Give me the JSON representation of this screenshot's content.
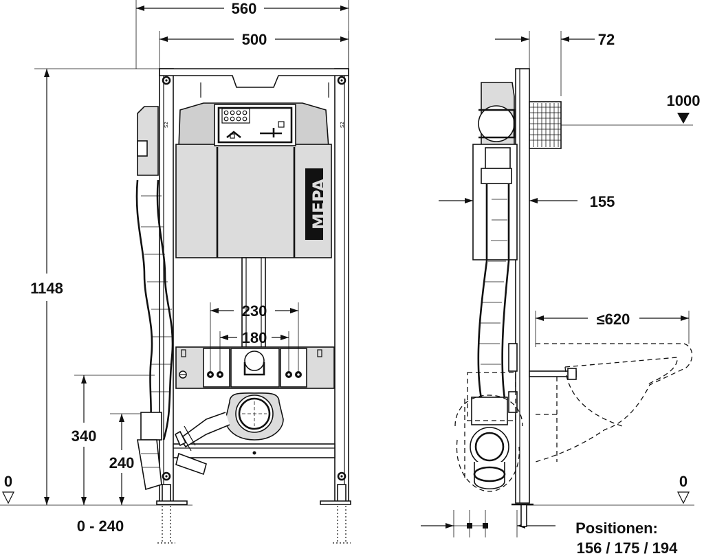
{
  "diagram": {
    "front_view": {
      "dim_overall_width": "560",
      "dim_frame_width": "500",
      "dim_height": "1148",
      "dim_bolt_spacing_outer": "230",
      "dim_bolt_spacing_inner": "180",
      "dim_supply_height": "340",
      "dim_drain_height": "240",
      "dim_zero_level": "0",
      "dim_foot_adjust": "0 - 240",
      "brand_logo": "MEPA"
    },
    "side_view": {
      "dim_depth_72": "72",
      "dim_reference_1000": "1000",
      "dim_depth_155": "155",
      "dim_projection_620": "≤620",
      "dim_zero_level": "0",
      "positions_label": "Positionen:",
      "positions_values": "156 / 175 / 194"
    }
  }
}
